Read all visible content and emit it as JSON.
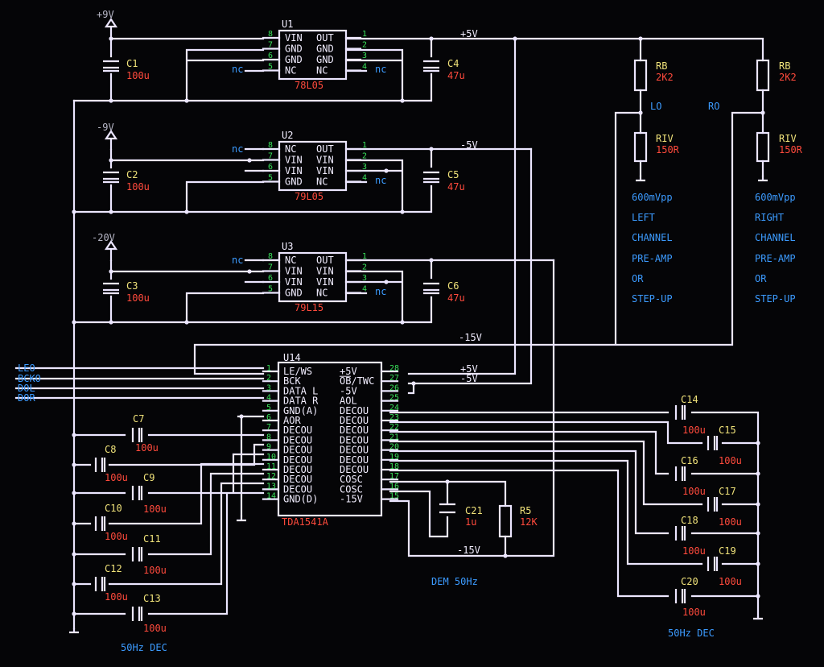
{
  "rails": {
    "p9": "+9V",
    "m9": "-9V",
    "m20": "-20V",
    "p5": "+5V",
    "m5": "-5V",
    "m15": "-15V"
  },
  "regulators": [
    {
      "ref": "U1",
      "part": "78L05",
      "pins_left": [
        "VIN",
        "GND",
        "GND",
        "NC"
      ],
      "pins_right": [
        "OUT",
        "GND",
        "GND",
        "NC"
      ],
      "nums_left": [
        "8",
        "7",
        "6",
        "5"
      ],
      "nums_right": [
        "1",
        "2",
        "3",
        "4"
      ],
      "nc": "nc"
    },
    {
      "ref": "U2",
      "part": "79L05",
      "pins_left": [
        "NC",
        "VIN",
        "VIN",
        "GND"
      ],
      "pins_right": [
        "OUT",
        "VIN",
        "VIN",
        "NC"
      ],
      "nums_left": [
        "8",
        "7",
        "6",
        "5"
      ],
      "nums_right": [
        "1",
        "2",
        "3",
        "4"
      ],
      "nc": "nc"
    },
    {
      "ref": "U3",
      "part": "79L15",
      "pins_left": [
        "NC",
        "VIN",
        "VIN",
        "GND"
      ],
      "pins_right": [
        "OUT",
        "VIN",
        "VIN",
        "NC"
      ],
      "nums_left": [
        "8",
        "7",
        "6",
        "5"
      ],
      "nums_right": [
        "1",
        "2",
        "3",
        "4"
      ],
      "nc": "nc"
    }
  ],
  "reg_caps": [
    {
      "ref": "C1",
      "value": "100u"
    },
    {
      "ref": "C2",
      "value": "100u"
    },
    {
      "ref": "C3",
      "value": "100u"
    },
    {
      "ref": "C4",
      "value": "47u"
    },
    {
      "ref": "C5",
      "value": "47u"
    },
    {
      "ref": "C6",
      "value": "47u"
    }
  ],
  "dac": {
    "ref": "U14",
    "part": "TDA1541A",
    "pins_left": [
      "LE/WS",
      "BCK",
      "DATA L",
      "DATA R",
      "GND(A)",
      "AOR",
      "DECOU",
      "DECOU",
      "DECOU",
      "DECOU",
      "DECOU",
      "DECOU",
      "DECOU",
      "GND(D)"
    ],
    "pins_right": [
      "+5V",
      "OB/TWC",
      "-5V",
      "AOL",
      "DECOU",
      "DECOU",
      "DECOU",
      "DECOU",
      "DECOU",
      "DECOU",
      "DECOU",
      "COSC",
      "COSC",
      "-15V"
    ],
    "nums_left": [
      "1",
      "2",
      "3",
      "4",
      "5",
      "6",
      "7",
      "8",
      "9",
      "10",
      "11",
      "12",
      "13",
      "14"
    ],
    "nums_right": [
      "28",
      "27",
      "26",
      "25",
      "24",
      "23",
      "22",
      "21",
      "20",
      "19",
      "18",
      "17",
      "16",
      "15"
    ]
  },
  "inputs": [
    "LEO",
    "BCKO",
    "DOL",
    "DOR"
  ],
  "left_decs": [
    {
      "ref": "C7",
      "value": "100u"
    },
    {
      "ref": "C8",
      "value": "100u"
    },
    {
      "ref": "C9",
      "value": "100u"
    },
    {
      "ref": "C10",
      "value": "100u"
    },
    {
      "ref": "C11",
      "value": "100u"
    },
    {
      "ref": "C12",
      "value": "100u"
    },
    {
      "ref": "C13",
      "value": "100u"
    }
  ],
  "right_decs": [
    {
      "ref": "C14",
      "value": "100u"
    },
    {
      "ref": "C15",
      "value": "100u"
    },
    {
      "ref": "C16",
      "value": "100u"
    },
    {
      "ref": "C17",
      "value": "100u"
    },
    {
      "ref": "C18",
      "value": "100u"
    },
    {
      "ref": "C19",
      "value": "100u"
    },
    {
      "ref": "C20",
      "value": "100u"
    }
  ],
  "osc": {
    "c21_ref": "C21",
    "c21_value": "1u",
    "r5_ref": "R5",
    "r5_value": "12K",
    "rail": "-15V",
    "label": "DEM 50Hz"
  },
  "outputs": [
    {
      "rb_ref": "RB",
      "rb_value": "2K2",
      "riv_ref": "RIV",
      "riv_value": "150R",
      "node": "LO",
      "note": [
        "600mVpp",
        "LEFT",
        "CHANNEL",
        "PRE-AMP",
        "OR",
        "STEP-UP"
      ]
    },
    {
      "rb_ref": "RB",
      "rb_value": "2K2",
      "riv_ref": "RIV",
      "riv_value": "150R",
      "node": "RO",
      "note": [
        "600mVpp",
        "RIGHT",
        "CHANNEL",
        "PRE-AMP",
        "OR",
        "STEP-UP"
      ]
    }
  ],
  "dec_labels": {
    "left": "50Hz DEC",
    "right": "50Hz DEC"
  },
  "colors": {
    "wire": "#ece6ff",
    "ref": "#f0e27a",
    "value": "#ff4a3c",
    "label": "#3c9bff",
    "pin": "#39e05a"
  }
}
